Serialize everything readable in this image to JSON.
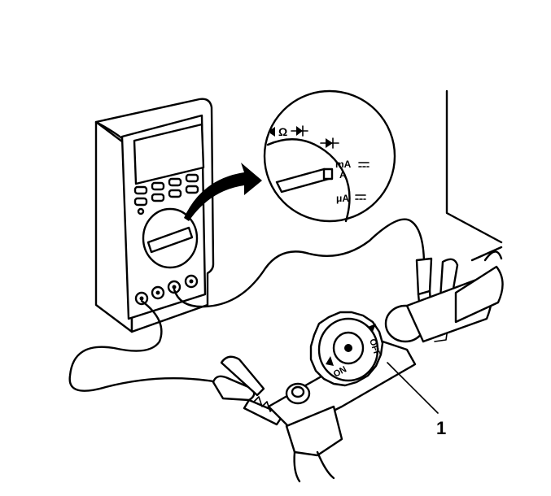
{
  "dial": {
    "ohm_symbol": "Ω",
    "milliamp": "mA",
    "amp": "A",
    "microamp": "μA"
  },
  "switch": {
    "on_label": "ON",
    "off_label": "OFF"
  },
  "callout": {
    "number": "1"
  }
}
